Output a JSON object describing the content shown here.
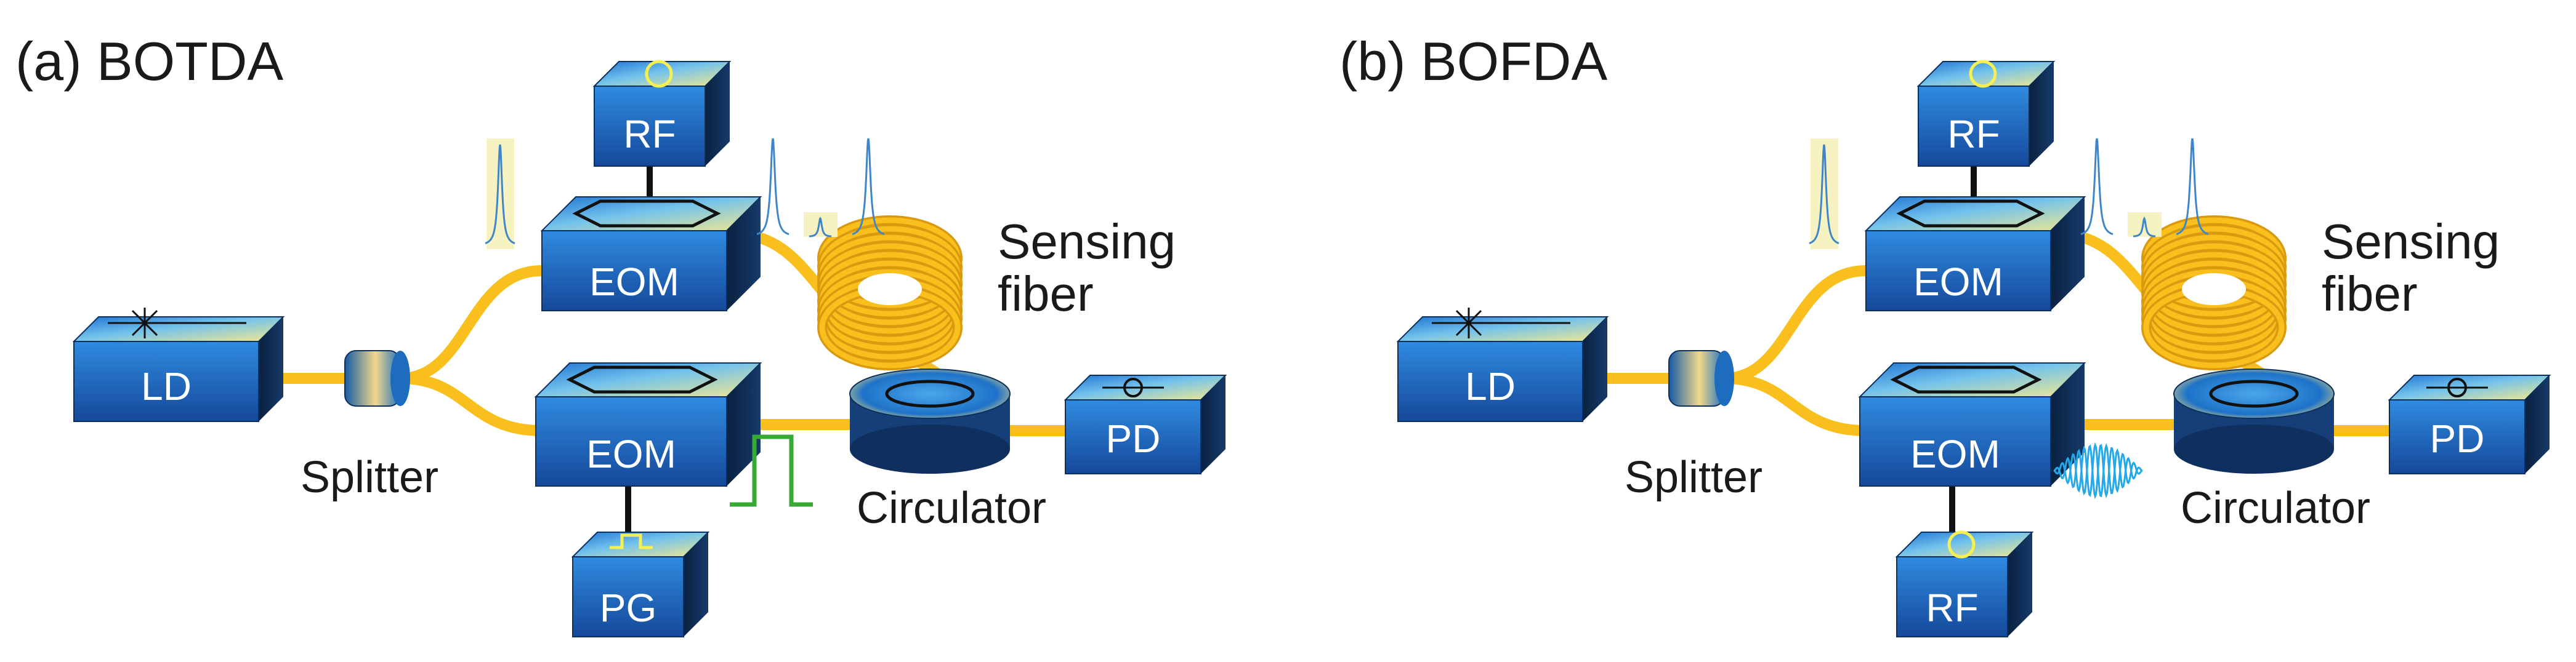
{
  "colors": {
    "fiber": "#f9bf1d",
    "box_front": "#1b63c3",
    "box_top": "#1677cf",
    "box_side": "#0b2a52",
    "spectrum_line": "#3f86c9",
    "pulse": "#37a935",
    "chirp": "#23a8e8",
    "highlight": "#f7f2c2",
    "icon_yellow": "#f6ef52"
  },
  "panels": [
    {
      "id": "a",
      "title": "(a) BOTDA",
      "labels": {
        "laser": "LD",
        "upper_modulator": "EOM",
        "upper_driver": "RF",
        "lower_modulator": "EOM",
        "lower_driver": "PG",
        "detector": "PD",
        "splitter": "Splitter",
        "circulator": "Circulator",
        "sensing_line1": "Sensing",
        "sensing_line2": "fiber"
      },
      "lower_signal": "pulse",
      "lower_driver_icon": "pulse-icon"
    },
    {
      "id": "b",
      "title": "(b) BOFDA",
      "labels": {
        "laser": "LD",
        "upper_modulator": "EOM",
        "upper_driver": "RF",
        "lower_modulator": "EOM",
        "lower_driver": "RF",
        "detector": "PD",
        "splitter": "Splitter",
        "circulator": "Circulator",
        "sensing_line1": "Sensing",
        "sensing_line2": "fiber"
      },
      "lower_signal": "modulated-sine",
      "lower_driver_icon": "sine-source-icon"
    }
  ]
}
